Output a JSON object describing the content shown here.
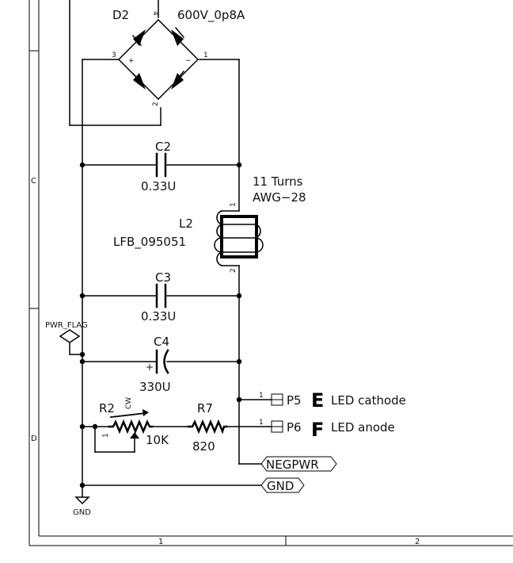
{
  "frame": {
    "row_c": "C",
    "row_d": "D",
    "col_1": "1",
    "col_2": "2"
  },
  "d2": {
    "ref": "D2",
    "value": "600V_0p8A",
    "pin_top": "4",
    "pin_left": "3",
    "pin_right": "1",
    "pin_bottom": "2",
    "plus": "+",
    "minus": "−"
  },
  "c2": {
    "ref": "C2",
    "value": "0.33U"
  },
  "c3": {
    "ref": "C3",
    "value": "0.33U"
  },
  "c4": {
    "ref": "C4",
    "value": "330U",
    "plus": "+"
  },
  "l2": {
    "ref": "L2",
    "value": "LFB_095051",
    "note_line1": "11 Turns",
    "note_line2": "AWG−28",
    "pin1": "1",
    "pin2": "2"
  },
  "pwr_flag": {
    "label": "PWR_FLAG"
  },
  "r2": {
    "ref": "R2",
    "value": "10K",
    "cw": "CW",
    "pin1": "1"
  },
  "r7": {
    "ref": "R7",
    "value": "820"
  },
  "p5": {
    "ref": "P5",
    "pin": "1",
    "letter": "E",
    "description": "LED cathode"
  },
  "p6": {
    "ref": "P6",
    "pin": "1",
    "letter": "F",
    "description": "LED anode"
  },
  "labels": {
    "negpwr": "NEGPWR",
    "gnd_net": "GND",
    "gnd_symbol": "GND"
  }
}
